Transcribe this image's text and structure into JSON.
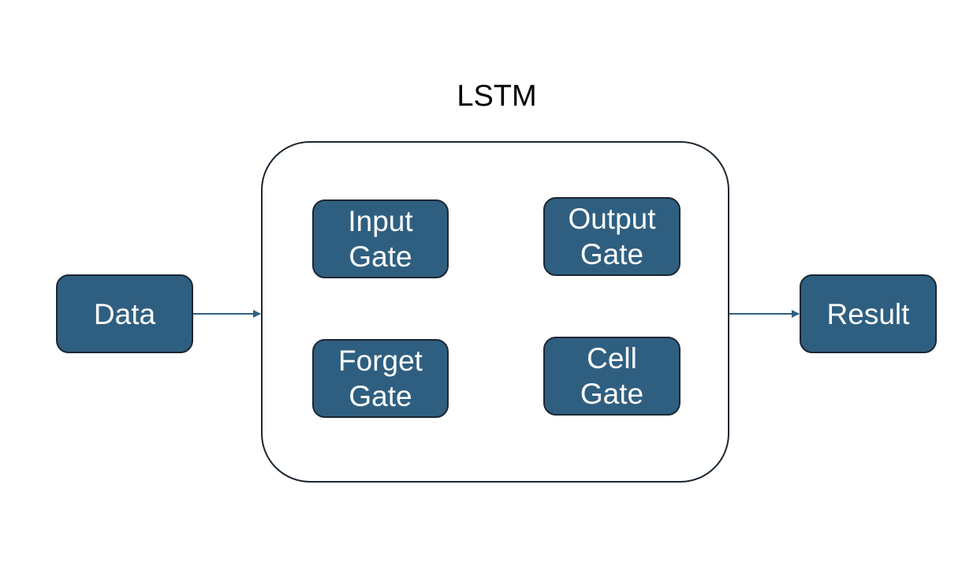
{
  "diagram": {
    "title": "LSTM",
    "input_node": {
      "label": "Data"
    },
    "output_node": {
      "label": "Result"
    },
    "gates": {
      "input": {
        "line1": "Input",
        "line2": "Gate"
      },
      "output": {
        "line1": "Output",
        "line2": "Gate"
      },
      "forget": {
        "line1": "Forget",
        "line2": "Gate"
      },
      "cell": {
        "line1": "Cell",
        "line2": "Gate"
      }
    },
    "colors": {
      "node_fill": "#2f5f80",
      "node_border": "#1b2733",
      "arrow": "#2f5f80"
    }
  }
}
